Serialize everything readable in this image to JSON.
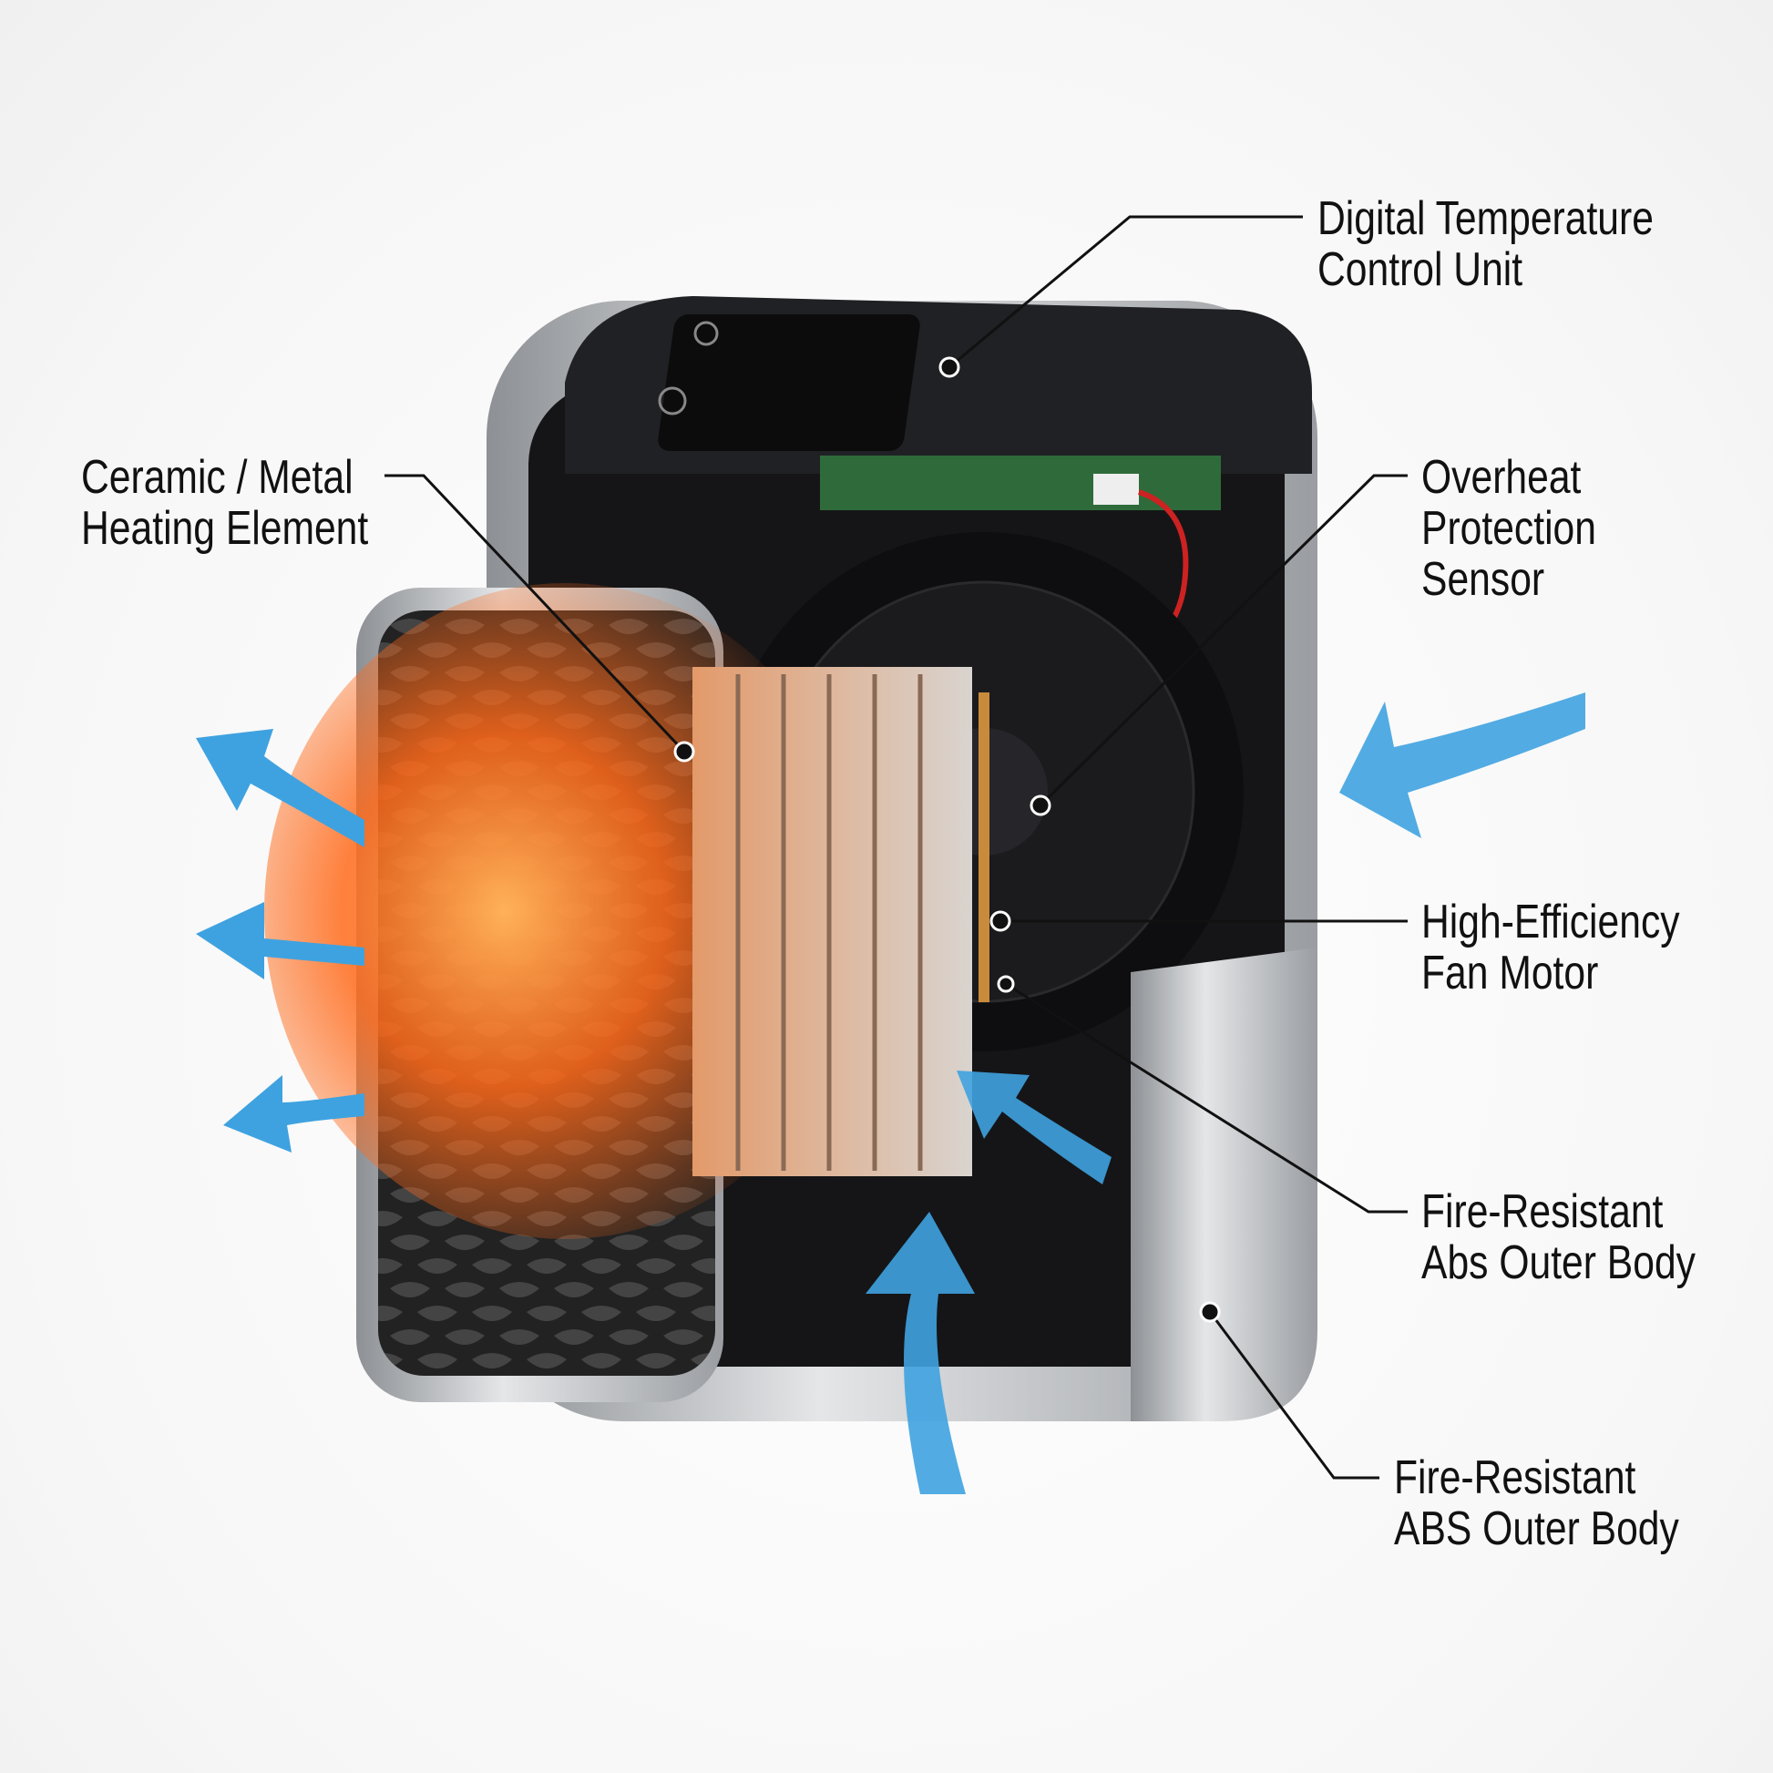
{
  "labels": {
    "temperature_control": {
      "line1": "Digital Temperature",
      "line2": "Control Unit"
    },
    "heating_element": {
      "line1": "Ceramic / Metal",
      "line2": "Heating Element"
    },
    "overheat_sensor": {
      "line1": "Overheat",
      "line2": "Protection",
      "line3": "Sensor"
    },
    "fan_motor": {
      "line1": "High-Efficiency",
      "line2": "Fan Motor"
    },
    "outer_body_1": {
      "line1": "Fire-Resistant",
      "line2": "Abs Outer Body"
    },
    "outer_body_2": {
      "line1": "Fire-Resistant",
      "line2": "ABS Outer Body"
    }
  },
  "colors": {
    "airflow": "#3fa2e0",
    "heat": "#ff6a1a",
    "body_dark": "#1c1c1e",
    "silver": "#b9bcbf",
    "leader": "#111111"
  }
}
